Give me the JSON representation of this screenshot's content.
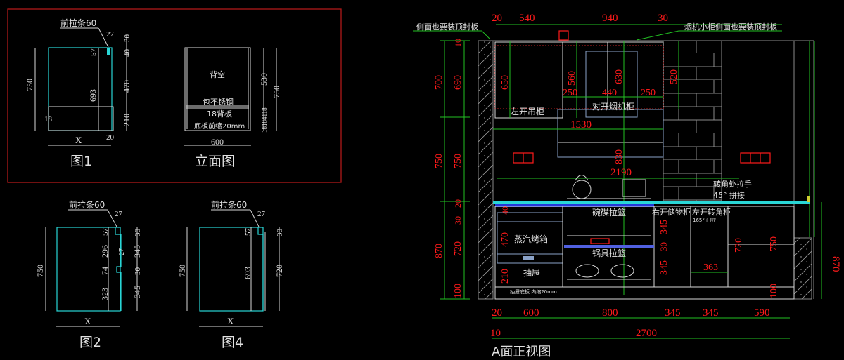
{
  "panels": {
    "fig1": {
      "title": "图1",
      "leader_label": "前拉条60",
      "dims": {
        "d27": "27",
        "d30": "30",
        "d40": "40",
        "d57": "57",
        "d750": "750",
        "d693": "693",
        "d470": "470",
        "d210": "210",
        "d18": "18",
        "d20": "20",
        "width": "X"
      }
    },
    "elevation": {
      "title": "立面图",
      "labels": {
        "back_empty": "背空",
        "wrap_steel": "包不锈钢",
        "back_board": "18背板",
        "bottom_recess": "底板前缩20mm"
      },
      "dims": {
        "d530": "530",
        "d750": "750",
        "d_small": "18184118",
        "width": "600"
      }
    },
    "fig2": {
      "title": "图2",
      "leader_label": "前拉条60",
      "dims": {
        "d27": "27",
        "d57": "57",
        "d296": "296",
        "d27b": "27",
        "d74": "74",
        "d323": "323",
        "d30a": "30",
        "d345a": "345",
        "d30b": "30",
        "d345b": "345",
        "d750": "750",
        "width": "X"
      }
    },
    "fig4": {
      "title": "图4",
      "leader_label": "前拉条60",
      "dims": {
        "d27": "27",
        "d57": "57",
        "d693": "693",
        "d30": "30",
        "d720": "720",
        "d750": "750",
        "width": "X"
      }
    }
  },
  "elevation_a": {
    "title": "A面正视图",
    "notes": {
      "side_seal": "侧面也要装顶封板",
      "hood_side_seal": "烟机小柜侧面也要装顶封板",
      "corner_handle": "转角处拉手",
      "corner_joint": "45° 拼接",
      "drawer_bottom": "抽屉底板 内缩20mm",
      "hinge": "165° 门铰"
    },
    "cabinets": {
      "left_wall_cab": "左开吊柜",
      "hood_cab": "对开烟机柜",
      "steam_oven": "蒸汽烤箱",
      "drawer": "抽屉",
      "dish_basket": "碗碟拉篮",
      "pot_basket": "锅具拉篮",
      "right_storage": "右开储物柜",
      "left_corner": "左开转角柜"
    },
    "top_dims": [
      "20",
      "540",
      "940",
      "30"
    ],
    "bottom_dims": [
      "20",
      "600",
      "800",
      "345",
      "345",
      "590"
    ],
    "total_dims": [
      "10",
      "2700"
    ],
    "left_dims_outer": [
      "700",
      "750",
      "870"
    ],
    "left_dims_inner": [
      "10",
      "690",
      "750",
      "20",
      "30",
      "720",
      "100"
    ],
    "inner_dims": {
      "d650": "650",
      "d560": "560",
      "d630": "630",
      "d250a": "250",
      "d440": "440",
      "d250b": "250",
      "d520": "520",
      "d1530": "1530",
      "d830": "830",
      "d2190": "2190",
      "d40": "40",
      "d470": "470",
      "d210": "210",
      "d345a": "345",
      "d30": "30",
      "d345b": "345",
      "d363": "363",
      "d720": "720",
      "d750": "750",
      "d100": "100",
      "d870": "870"
    }
  }
}
